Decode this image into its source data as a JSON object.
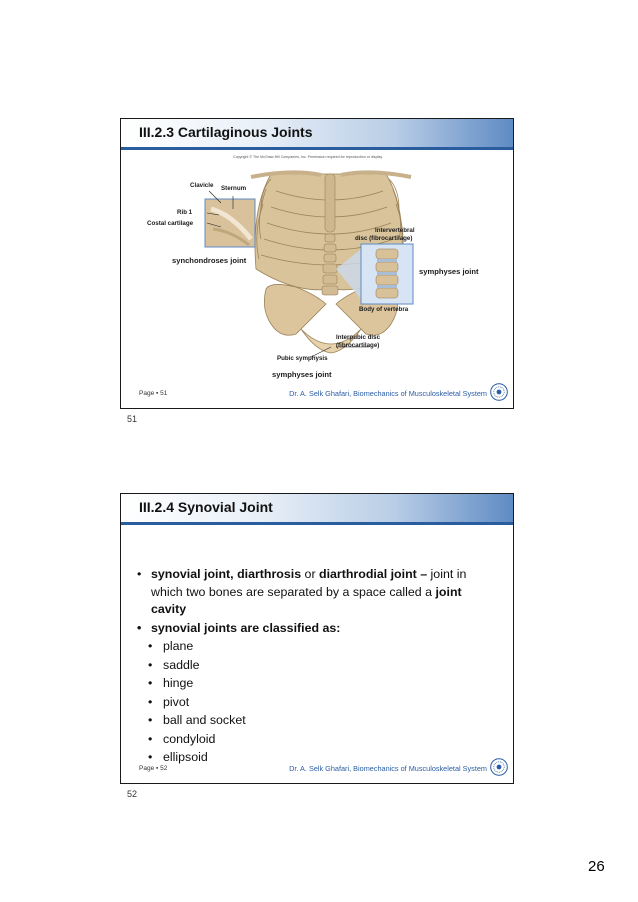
{
  "slide1": {
    "title": "III.2.3 Cartilaginous Joints",
    "copyright": "Copyright © The McGraw-Hill Companies, Inc. Permission required for reproduction or display.",
    "labels": {
      "clavicle": "Clavicle",
      "sternum": "Sternum",
      "rib1": "Rib 1",
      "costal_cartilage": "Costal cartilage",
      "synchondroses": "synchondroses joint",
      "intervertebral_1": "Intervertebral",
      "intervertebral_2": "disc (fibrocartilage)",
      "symphyses_right": "symphyses joint",
      "body_vertebra": "Body of vertebra",
      "interpubic_1": "Interpubic disc",
      "interpubic_2": "(fibrocartilage)",
      "pubic_symphysis": "Pubic symphysis",
      "symphyses_bottom": "symphyses joint"
    },
    "page_label": "Page ▪ 51",
    "author": "Dr. A. Selk Ghafari, Biomechanics of Musculoskeletal System",
    "number": "51"
  },
  "slide2": {
    "title": "III.2.4 Synovial Joint",
    "bullet1": {
      "bold": "synovial joint, diarthrosis",
      "or": " or ",
      "bold2": "diarthrodial joint –",
      "text": " joint in which two bones are separated by a space called a ",
      "bold3": "joint cavity"
    },
    "bullet2": "synovial joints are classified as:",
    "types": [
      "plane",
      "saddle",
      "hinge",
      "pivot",
      "ball and socket",
      "condyloid",
      "ellipsoid"
    ],
    "page_label": "Page ▪ 52",
    "author": "Dr. A. Selk Ghafari, Biomechanics of Musculoskeletal System",
    "number": "52"
  },
  "page_number": "26",
  "colors": {
    "title_bar_accent": "#2a5d9e",
    "author_text": "#2a5da6"
  }
}
